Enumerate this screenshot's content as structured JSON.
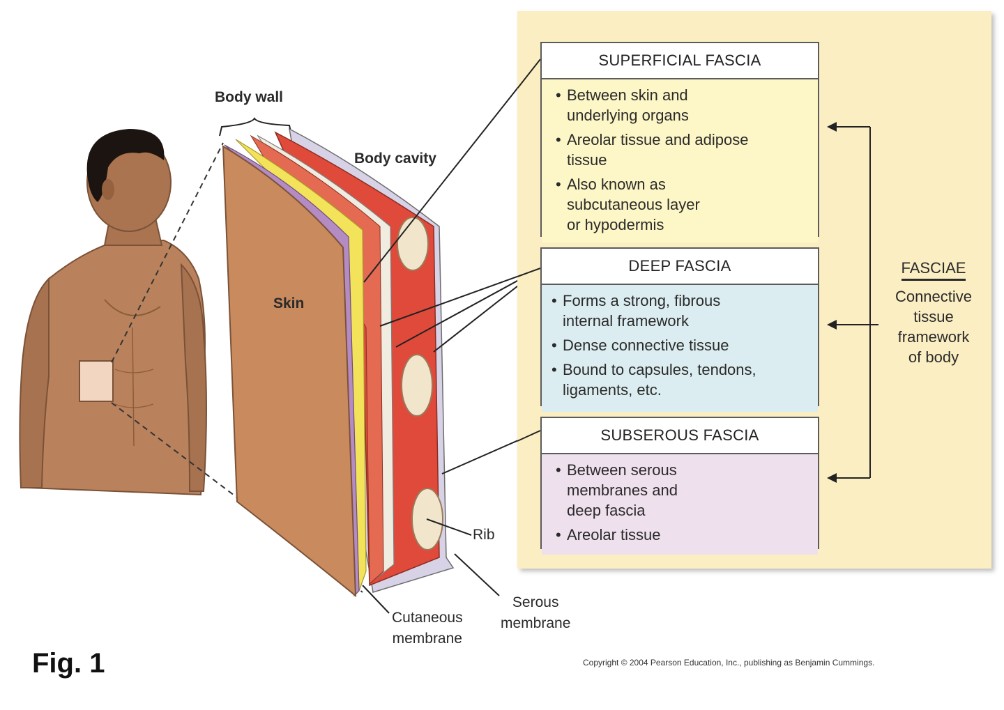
{
  "labels": {
    "body_wall": "Body wall",
    "body_cavity": "Body cavity",
    "skin": "Skin",
    "rib": "Rib",
    "cutaneous_membrane": "Cutaneous\nmembrane",
    "serous_membrane": "Serous\nmembrane"
  },
  "boxes": {
    "superficial": {
      "title": "SUPERFICIAL FASCIA",
      "items": [
        "Between skin and\nunderlying organs",
        "Areolar tissue and adipose\ntissue",
        "Also known as\nsubcutaneous layer\nor hypodermis"
      ]
    },
    "deep": {
      "title": "DEEP FASCIA",
      "items": [
        "Forms a strong, fibrous\ninternal framework",
        "Dense connective tissue",
        "Bound to capsules, tendons,\nligaments, etc."
      ]
    },
    "subserous": {
      "title": "SUBSEROUS FASCIA",
      "items": [
        "Between serous\nmembranes and\ndeep fascia",
        "Areolar tissue"
      ]
    }
  },
  "fasciae": {
    "title": "FASCIAE",
    "subtitle": "Connective\ntissue\nframework\nof body"
  },
  "figure_label": "Fig. 1",
  "copyright": "Copyright © 2004 Pearson Education, Inc., publishing as Benjamin Cummings.",
  "colors": {
    "panel": "#fbeec3",
    "superficial": "#fdf6c6",
    "deep": "#dcedf1",
    "subserous": "#efe0ee",
    "skin": "#c98a5e",
    "adipose": "#f3e35a",
    "muscle": "#e04a3a",
    "membrane": "#b58bc3"
  }
}
